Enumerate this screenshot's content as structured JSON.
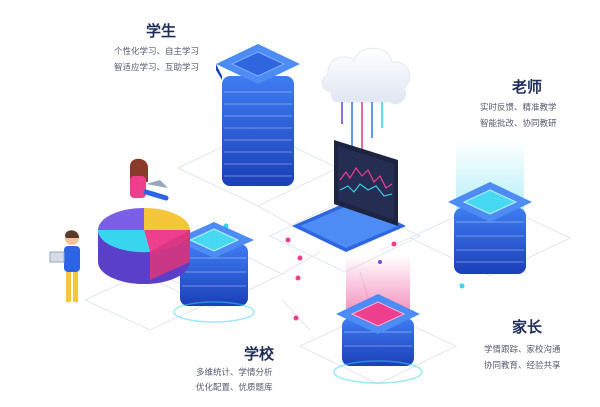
{
  "colors": {
    "primary": "#2d63e6",
    "primary_dark": "#1b3fb8",
    "cyan": "#38d5ee",
    "pink": "#ee3f8f",
    "yellow": "#f5c53a",
    "purple": "#6b4fd8"
  },
  "icons": [
    "server-icon",
    "cloud-icon",
    "laptop-icon",
    "person-icon",
    "pie-chart-icon"
  ],
  "nodes": {
    "student": {
      "title": "学生",
      "line1": "个性化学习、自主学习",
      "line2": "智适应学习、互助学习"
    },
    "teacher": {
      "title": "老师",
      "line1": "实时反馈、精准教学",
      "line2": "智能批改、协同教研"
    },
    "school": {
      "title": "学校",
      "line1": "多维统计、学情分析",
      "line2": "优化配置、优质题库"
    },
    "parent": {
      "title": "家长",
      "line1": "学情跟踪、家校沟通",
      "line2": "协同教育、经验共享"
    }
  }
}
